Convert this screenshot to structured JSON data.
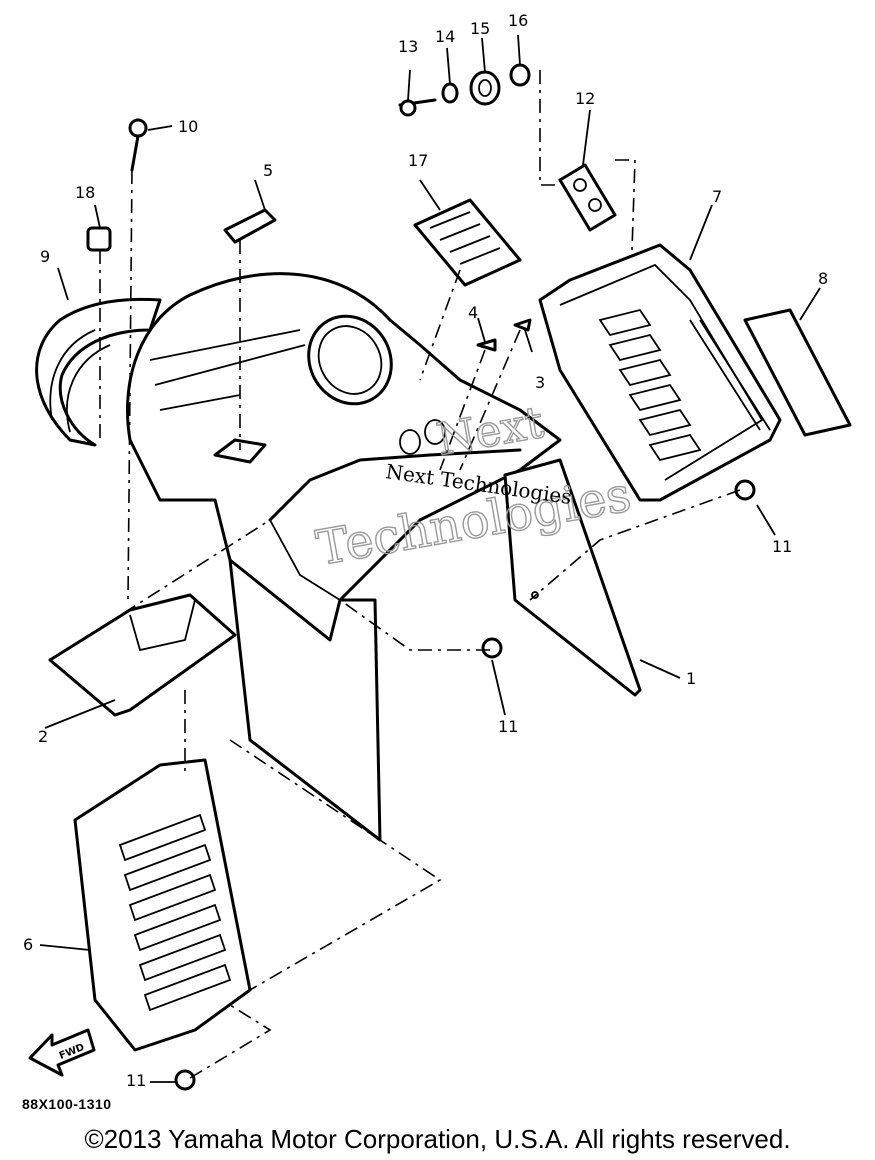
{
  "callouts": [
    {
      "id": "c1",
      "text": "1"
    },
    {
      "id": "c2",
      "text": "2"
    },
    {
      "id": "c3",
      "text": "3"
    },
    {
      "id": "c4",
      "text": "4"
    },
    {
      "id": "c5",
      "text": "5"
    },
    {
      "id": "c6",
      "text": "6"
    },
    {
      "id": "c7",
      "text": "7"
    },
    {
      "id": "c8",
      "text": "8"
    },
    {
      "id": "c9",
      "text": "9"
    },
    {
      "id": "c10",
      "text": "10"
    },
    {
      "id": "c11a",
      "text": "11"
    },
    {
      "id": "c11b",
      "text": "11"
    },
    {
      "id": "c11c",
      "text": "11"
    },
    {
      "id": "c12",
      "text": "12"
    },
    {
      "id": "c13",
      "text": "13"
    },
    {
      "id": "c14",
      "text": "14"
    },
    {
      "id": "c15",
      "text": "15"
    },
    {
      "id": "c16",
      "text": "16"
    },
    {
      "id": "c17",
      "text": "17"
    },
    {
      "id": "c18",
      "text": "18"
    }
  ],
  "fwd_label": "FWD",
  "watermark": {
    "line1": "Next",
    "line2": "Technologies",
    "line3": "Next Technologies"
  },
  "diagram_code": "88X100-1310",
  "copyright": "©2013 Yamaha Motor Corporation, U.S.A. All rights reserved."
}
